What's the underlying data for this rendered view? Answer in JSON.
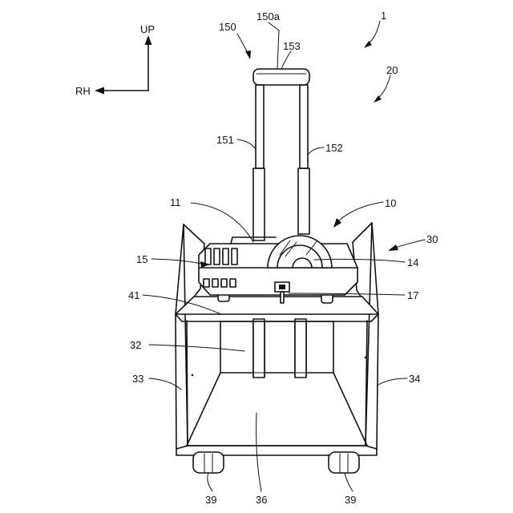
{
  "axis": {
    "up_label": "UP",
    "rh_label": "RH"
  },
  "refs": {
    "r1": "1",
    "r20": "20",
    "r150": "150",
    "r150a": "150a",
    "r153": "153",
    "r151": "151",
    "r152": "152",
    "r11": "11",
    "r10": "10",
    "r30": "30",
    "r15": "15",
    "r14": "14",
    "r41": "41",
    "r17": "17",
    "r32": "32",
    "r33": "33",
    "r34": "34",
    "r36": "36",
    "r39_left": "39",
    "r39_right": "39"
  }
}
